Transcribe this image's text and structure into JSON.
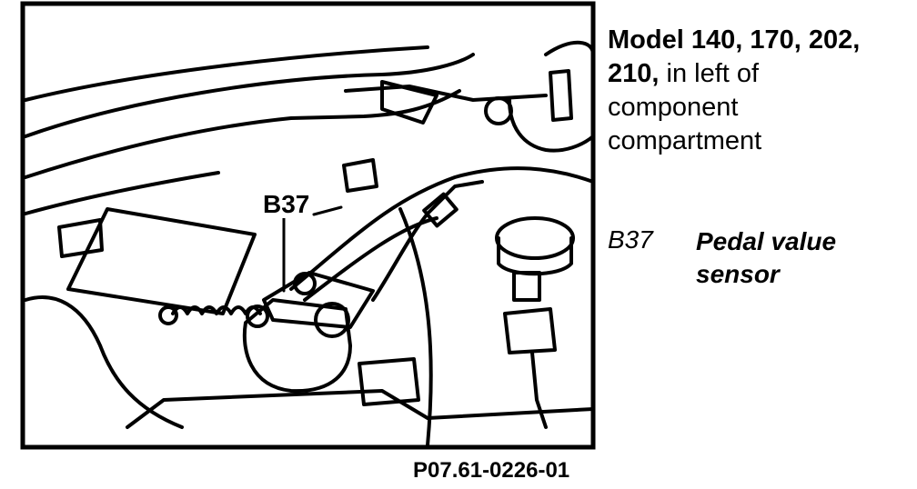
{
  "caption": {
    "line1": "Model 140, 170, 202,",
    "line2_bold": "210,",
    "line2_rest": " in left of",
    "line3": "component",
    "line4": "compartment"
  },
  "legend": [
    {
      "code": "B37",
      "description_line1": "Pedal value",
      "description_line2": "sensor"
    }
  ],
  "callout_label": "B37",
  "figure_number": "P07.61-0226-01"
}
